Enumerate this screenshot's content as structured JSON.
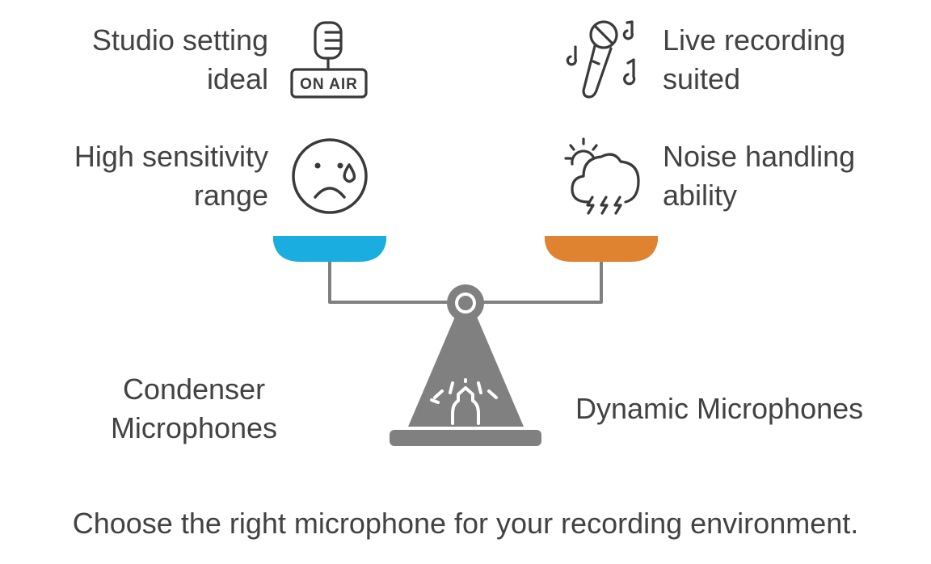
{
  "left_features": [
    {
      "lines": [
        "Studio setting",
        "ideal"
      ],
      "icon": "on-air-microphone-icon"
    },
    {
      "lines": [
        "High sensitivity",
        "range"
      ],
      "icon": "sad-tear-face-icon"
    }
  ],
  "right_features": [
    {
      "lines": [
        "Live recording",
        "suited"
      ],
      "icon": "karaoke-microphone-icon"
    },
    {
      "lines": [
        "Noise handling",
        "ability"
      ],
      "icon": "storm-cloud-icon"
    }
  ],
  "left_option": {
    "lines": [
      "Condenser",
      "Microphones"
    ],
    "color": "#1aade0"
  },
  "right_option": {
    "lines": [
      "Dynamic Microphones"
    ],
    "color": "#e08330"
  },
  "on_air_label": "ON AIR",
  "caption": "Choose the right microphone for your recording environment.",
  "colors": {
    "scale": "#808080",
    "scale_dark": "#707070",
    "icon_stroke": "#3a3a3a",
    "text": "#424242"
  }
}
